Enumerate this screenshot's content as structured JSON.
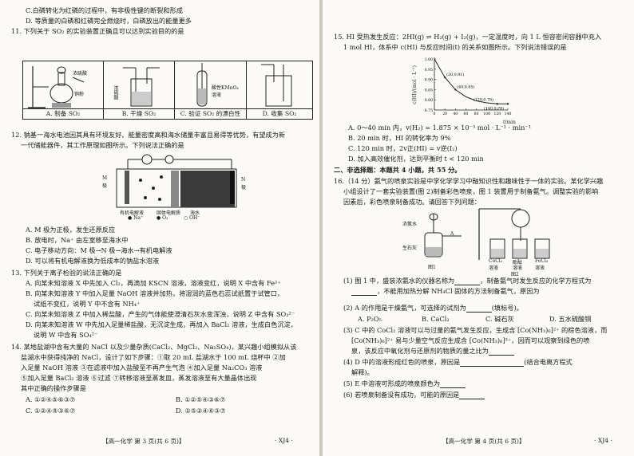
{
  "left": {
    "opt_c": "C.白磷转化为红磷的过程中，有非极性键的断裂和形成",
    "opt_d": "D. 等质量的白磷和红磷完全燃烧时，白磷放出的能量更多",
    "q11": "11. 下列关于 SO₂ 的实验装置正确且可以达到实验目的的是",
    "q11_labels": {
      "a1": "浓硫酸",
      "a2": "铜粉",
      "b1": "浓硫酸",
      "c1": "酸性KMnO₄",
      "c2": "溶液"
    },
    "q11_options": [
      "A. 制备 SO₂",
      "B. 干燥 SO₂",
      "C. 验证 SO₂ 的漂白性",
      "D. 收集 SO₂"
    ],
    "q12_1": "12. 钠基一海水电池因其具有环境友好、能量密度高和海水储量丰富且易得等优势，有望成为新",
    "q12_2": "一代储能器件，其工作原理如图所示。下列说法正确的是",
    "q12_labels": {
      "m": "M",
      "m2": "极",
      "n": "N",
      "n2": "极",
      "org": "有机电解液",
      "solid": "固体电解质",
      "sea": "海水",
      "l1": "● Na⁺",
      "l2": "● O₂",
      "l3": "○ OH⁻"
    },
    "q12_a": "A. M 极为正极，发生还原反应",
    "q12_b": "B. 放电时，Na⁺ 由左室移至海水中",
    "q12_c": "C. 电子移动方向：M 极→N 极→海水→有机电解液",
    "q12_d": "D. 可以将有机电解液换为低成本的钠盐水溶液",
    "q13": "13. 下列关于离子检验的说法正确的是",
    "q13_a": "A. 向某未知溶液 X 中先加入 Cl₂，再滴加 KSCN 溶液，溶液变红，说明 X 中含有 Fe²⁺",
    "q13_b1": "B. 向某未知溶液 Y 中加入足量 NaOH 溶液并加热，将湿润的蓝色石蕊试纸置于试管口，",
    "q13_b2": "试纸不变红，说明 Y 中不含有 NH₄⁺",
    "q13_c": "C. 向某未知溶液 Z 中加入稀盐酸，产生的气体能使澄清石灰水变浑浊，说明 Z 中含有 SO₃²⁻",
    "q13_d1": "D. 向某未知溶液 W 中先加入足量稀盐酸，无沉淀生成，再加入 BaCl₂ 溶液，生成白色沉淀，",
    "q13_d2": "说明 W 中含有 SO₄²⁻",
    "q14_1": "14. 某地盐湖中含有大量的 NaCl 以及少量杂质(CaCl₂、MgCl₂、Na₂SO₄)，某兴趣小组模拟从该",
    "q14_2": "盐湖水中获得纯净的 NaCl，设计了如下步骤：①取 20 mL 盐湖水于 100 mL 烧杯中  ②加",
    "q14_3": "入足量 NaOH 溶液  ③在滤液中加入盐酸至不再产生气泡  ④加入足量 Na₂CO₃ 溶液",
    "q14_4": "⑤加入足量 BaCl₂ 溶液  ⑥过滤  ⑦转移溶液至蒸发皿，蒸发溶液至有大量晶体出现",
    "q14_5": "其中正确的操作步骤是",
    "q14_a": "A. ①②④⑤⑥③⑦",
    "q14_b": "B. ①②⑤④③⑥⑦",
    "q14_c": "C. ①②④⑤③⑥⑦",
    "q14_d": "D. ①⑤②④⑥③⑦",
    "footer": "【高一化学   第 3 页(共 6 页)】",
    "footer_code": "· XJ4 ·"
  },
  "right": {
    "q15_1": "15. HI 受热发生反应：2HI(g) ⇌ H₂(g) + I₂(g)，一定温度时，向 1 L 恒容密闭容器中充入",
    "q15_2": "1 mol HI，体系中 c(HI) 与反应时间(t) 的关系如图所示。下列说法错误的是",
    "q15_a": "A. 0～40 min 内，v(H₂) = 1.875 × 10⁻³ mol · L⁻¹ · min⁻¹",
    "q15_b": "B. 20 min 时，HI 的转化率为 9%",
    "q15_c": "C. 120 min 时，2v正(HI) = v逆(I₂)",
    "q15_d": "D. 加入高效催化剂，达到平衡时 t < 120 min",
    "sec2": "二、非选择题：本题共 4 小题，共 55 分。",
    "q16_1": "16.（14 分）氨气的喷泉实验是中学化学学习中融知识性和趣味性于一体的实验。某化学兴趣",
    "q16_2": "小组设计了一套实验装置(图 2)制备彩色喷泉，图 1 装置用于制备氨气。调整实验的影响",
    "q16_3": "因素后，彩色喷泉制备成功。请回答下列问题：",
    "fig_labels": {
      "f1": "浓氨水",
      "f2": "A",
      "f3": "生石灰",
      "f4": "图1",
      "f5": "CoCl₂",
      "f6": "溶液",
      "f7": "酚酞",
      "f8": "溶液",
      "f9": "FeCl₃",
      "f10": "溶液",
      "f11": "图2"
    },
    "p1_1": "(1) 图 1 中，盛装浓氨水的仪器名称为",
    "p1_2": "，制备氨气时发生反应的化学方程式为",
    "p1_3": "，不能用加热分解 NH₄Cl 固体的方法制备氨气，原因为",
    "p2": "(2) A 的作用是干燥氨气，可选择的试剂为",
    "p2_tail": "(填标号)。",
    "p2_a": "A. P₂O₅",
    "p2_b": "B. CaCl₂",
    "p2_c": "C. 碱石灰",
    "p2_d": "D. 五水硫酸铜",
    "p3_1": "(3) C 中的 CoCl₂ 溶液可以与过量的氨气发生反应，生成含 [Co(NH₃)₆]²⁺ 的棕色溶液，而",
    "p3_2": "[Co(NH₃)₆]²⁺ 易与少量空气反应生成含 [Co(NH₃)₆]³⁺，因而可以观察到绿色的喷",
    "p3_3": "泉，该反应中氧化剂与还原剂的物质的量之比为",
    "p4_1": "(4) D 中的溶液形成红色的喷泉，原因是",
    "p4_2": "(结合电离方程式",
    "p4_3": "解释)。",
    "p5": "(5) E 中溶液可形成的喷泉颜色为",
    "p6": "(6) 若喷泉制备没有成功，可能的原因是",
    "footer": "【高一化学   第 4 页(共 6 页)】",
    "footer_code": "· XJ4 ·"
  },
  "chart_data": {
    "type": "line",
    "ylabel": "c(HI)/(mol · L⁻¹)",
    "xlabel": "t/min",
    "x_ticks": [
      "0",
      "20",
      "40",
      "60",
      "80",
      "100",
      "120",
      "140"
    ],
    "y_ticks": [
      "0.75",
      "0.80",
      "0.85",
      "0.90",
      "0.95",
      "1.00"
    ],
    "xlim": [
      0,
      140
    ],
    "ylim": [
      0.75,
      1.0
    ],
    "x": [
      0,
      20,
      40,
      60,
      80,
      100,
      120,
      140
    ],
    "y": [
      1.0,
      0.91,
      0.85,
      0.815,
      0.795,
      0.785,
      0.78,
      0.78
    ],
    "annotations": [
      {
        "x": 20,
        "y": 0.91,
        "label": "(20,0.91)"
      },
      {
        "x": 40,
        "y": 0.85,
        "label": "(40,0.85)"
      },
      {
        "x": 120,
        "y": 0.78,
        "label": "(120,0.78)"
      },
      {
        "x": 140,
        "y": 0.78,
        "label": "(140,0.78)"
      }
    ]
  }
}
